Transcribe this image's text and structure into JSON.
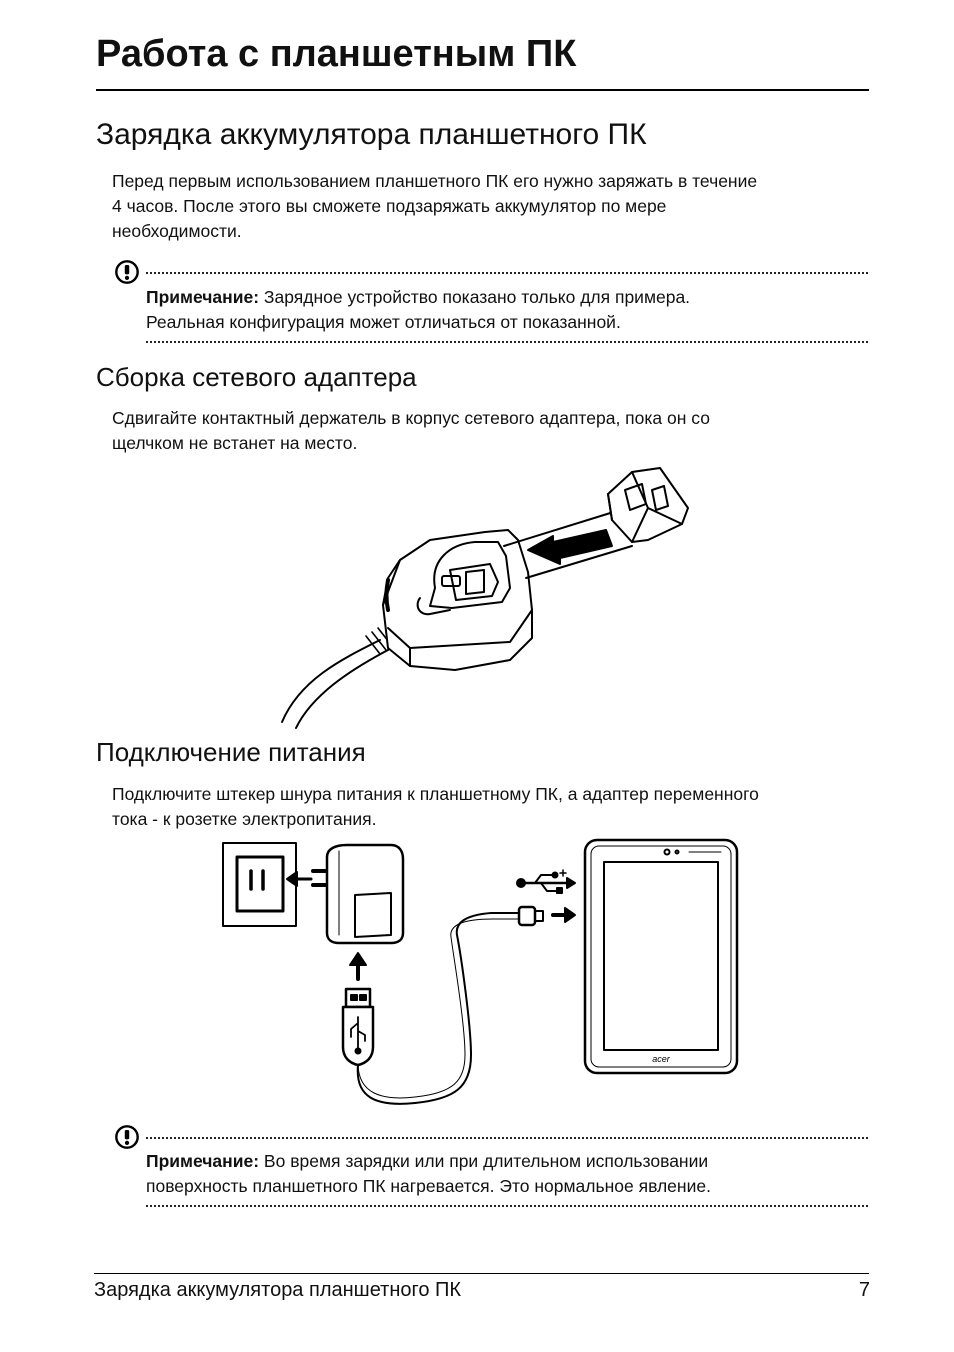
{
  "header": {
    "title": "Работа с планшетным ПК"
  },
  "section_main": {
    "title": "Зарядка аккумулятора планшетного ПК",
    "intro_line1": "Перед первым использованием планшетного ПК его нужно заряжать в течение",
    "intro_line2": "4 часов. После этого вы сможете подзаряжать аккумулятор по мере",
    "intro_line3": "необходимости."
  },
  "note1": {
    "label": "Примечание:",
    "text_line1": " Зарядное устройство показано только для примера.",
    "text_line2": "Реальная конфигурация может отличаться от показанной."
  },
  "section_adapter": {
    "title": "Сборка сетевого адаптера",
    "text_line1": "Сдвигайте контактный держатель в корпус сетевого адаптера, пока он со",
    "text_line2": "щелчком не встанет на место."
  },
  "section_power": {
    "title": "Подключение питания",
    "text_line1": "Подключите штекер шнура питания к планшетному ПК, а адаптер переменного",
    "text_line2": "тока - к розетке электропитания."
  },
  "illustration_power": {
    "brand_label": "acer"
  },
  "note2": {
    "label": "Примечание:",
    "text_line1": " Во время зарядки или при длительном использовании",
    "text_line2": "поверхность планшетного ПК нагревается. Это нормальное явление."
  },
  "footer": {
    "section_label": "Зарядка аккумулятора планшетного ПК",
    "page_number": "7"
  }
}
